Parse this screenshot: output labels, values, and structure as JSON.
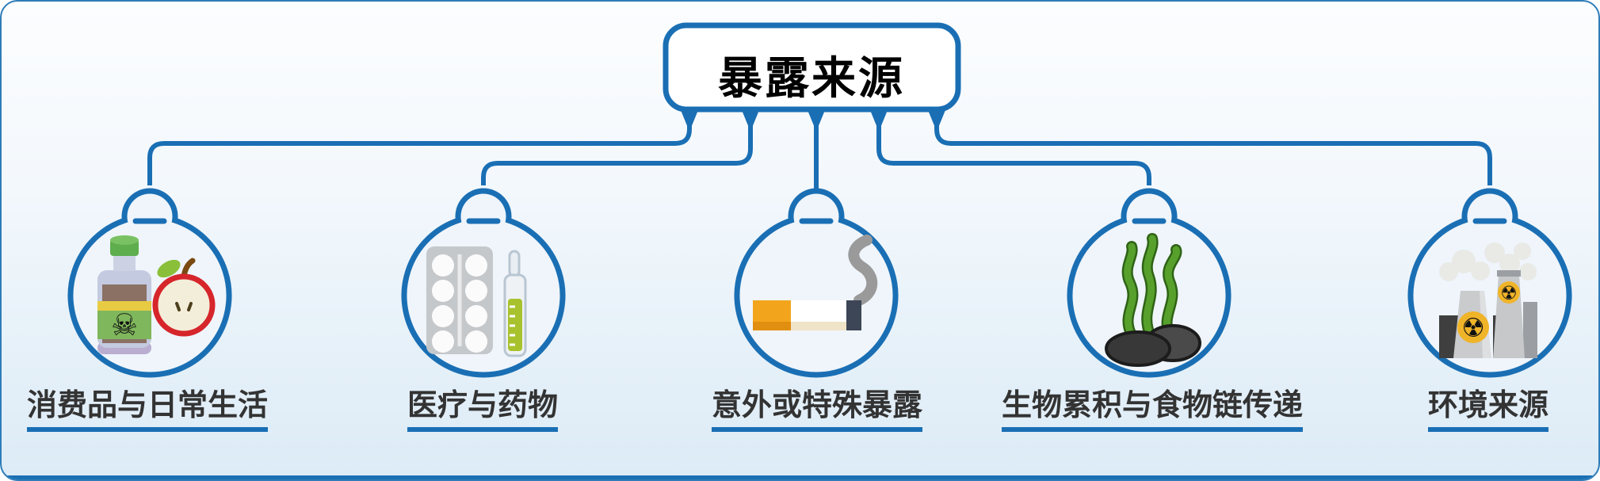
{
  "panel": {
    "background_top": "#fcfdff",
    "background_bottom": "#dcebf6",
    "border_color": "#2e7cb8",
    "accent_blue": "#1a6fb4",
    "label_text_color": "#333333"
  },
  "root": {
    "label": "暴露来源"
  },
  "nodes": [
    {
      "label": "消费品与日常生活",
      "icon": "poison-bottle-and-apple"
    },
    {
      "label": "医疗与药物",
      "icon": "pill-blister-and-ampoule"
    },
    {
      "label": "意外或特殊暴露",
      "icon": "cigarette-with-smoke"
    },
    {
      "label": "生物累积与食物链传递",
      "icon": "seaweed-and-rocks"
    },
    {
      "label": "环境来源",
      "icon": "nuclear-plant"
    }
  ],
  "glyphs": {
    "skull": "☠",
    "radiation": "☢"
  }
}
